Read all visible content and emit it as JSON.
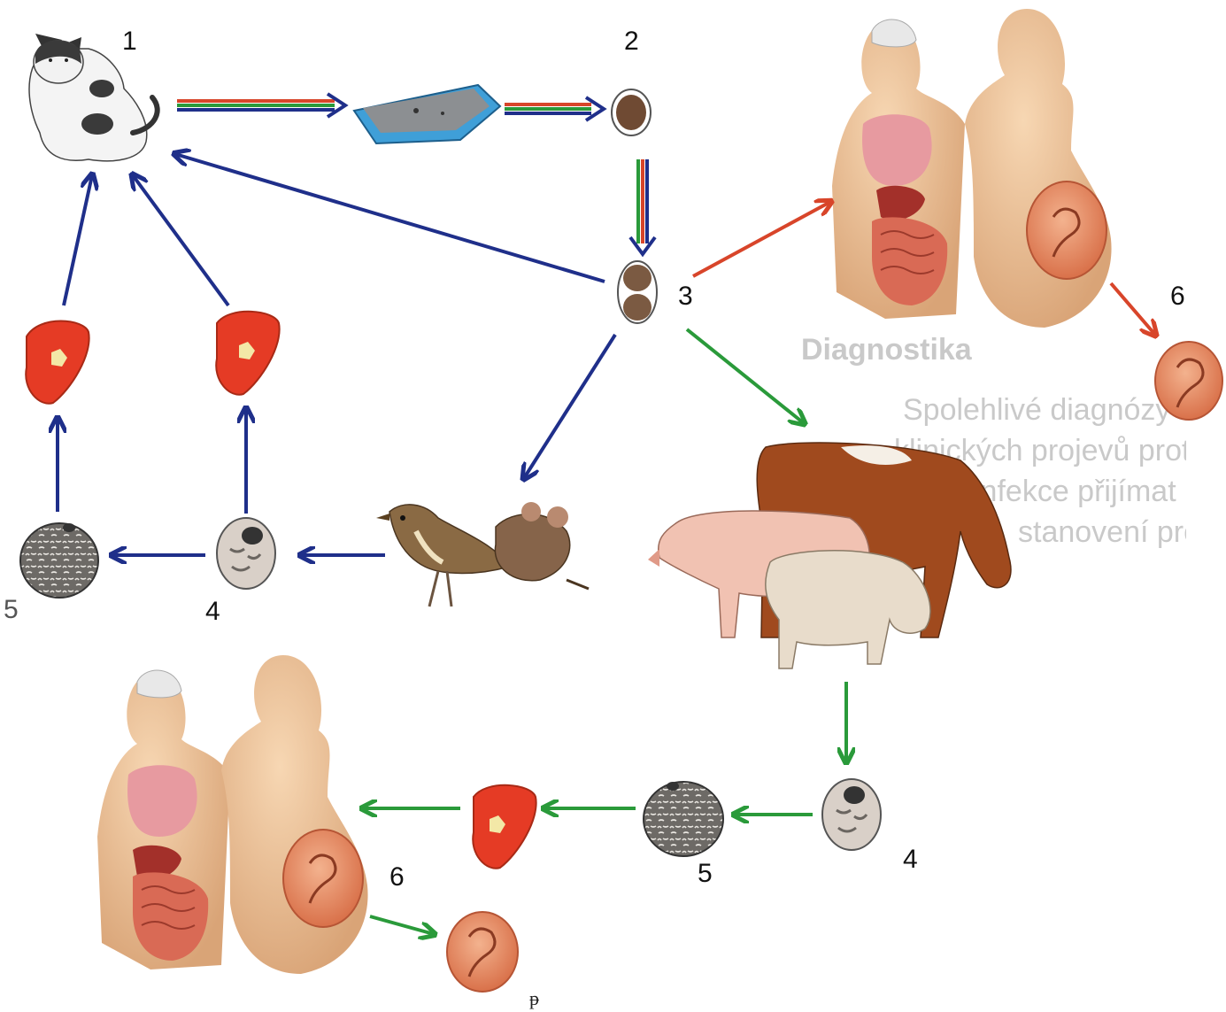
{
  "labels": {
    "cat": "1",
    "oocyst_unsporulated": "2",
    "oocyst_sporulated": "3",
    "tissue_cyst_bird": "4",
    "bradyzoites_bird": "5",
    "fetus_top": "6",
    "tissue_cyst_livestock": "4",
    "bradyzoites_livestock": "5",
    "fetus_bottom": "6",
    "footnote_mark": "ᵽ"
  },
  "background_text": {
    "heading": "Diagnostika",
    "lines": [
      "Spolehlivé diagnózy ohrožení zdraví",
      "klinických projevů proti",
      "infekce přijímat rozbory",
      "stanovení protilátek"
    ]
  },
  "colors": {
    "cat_route": "#1f2f8a",
    "human_route": "#d8452a",
    "livestock_route": "#2a9a3a"
  }
}
